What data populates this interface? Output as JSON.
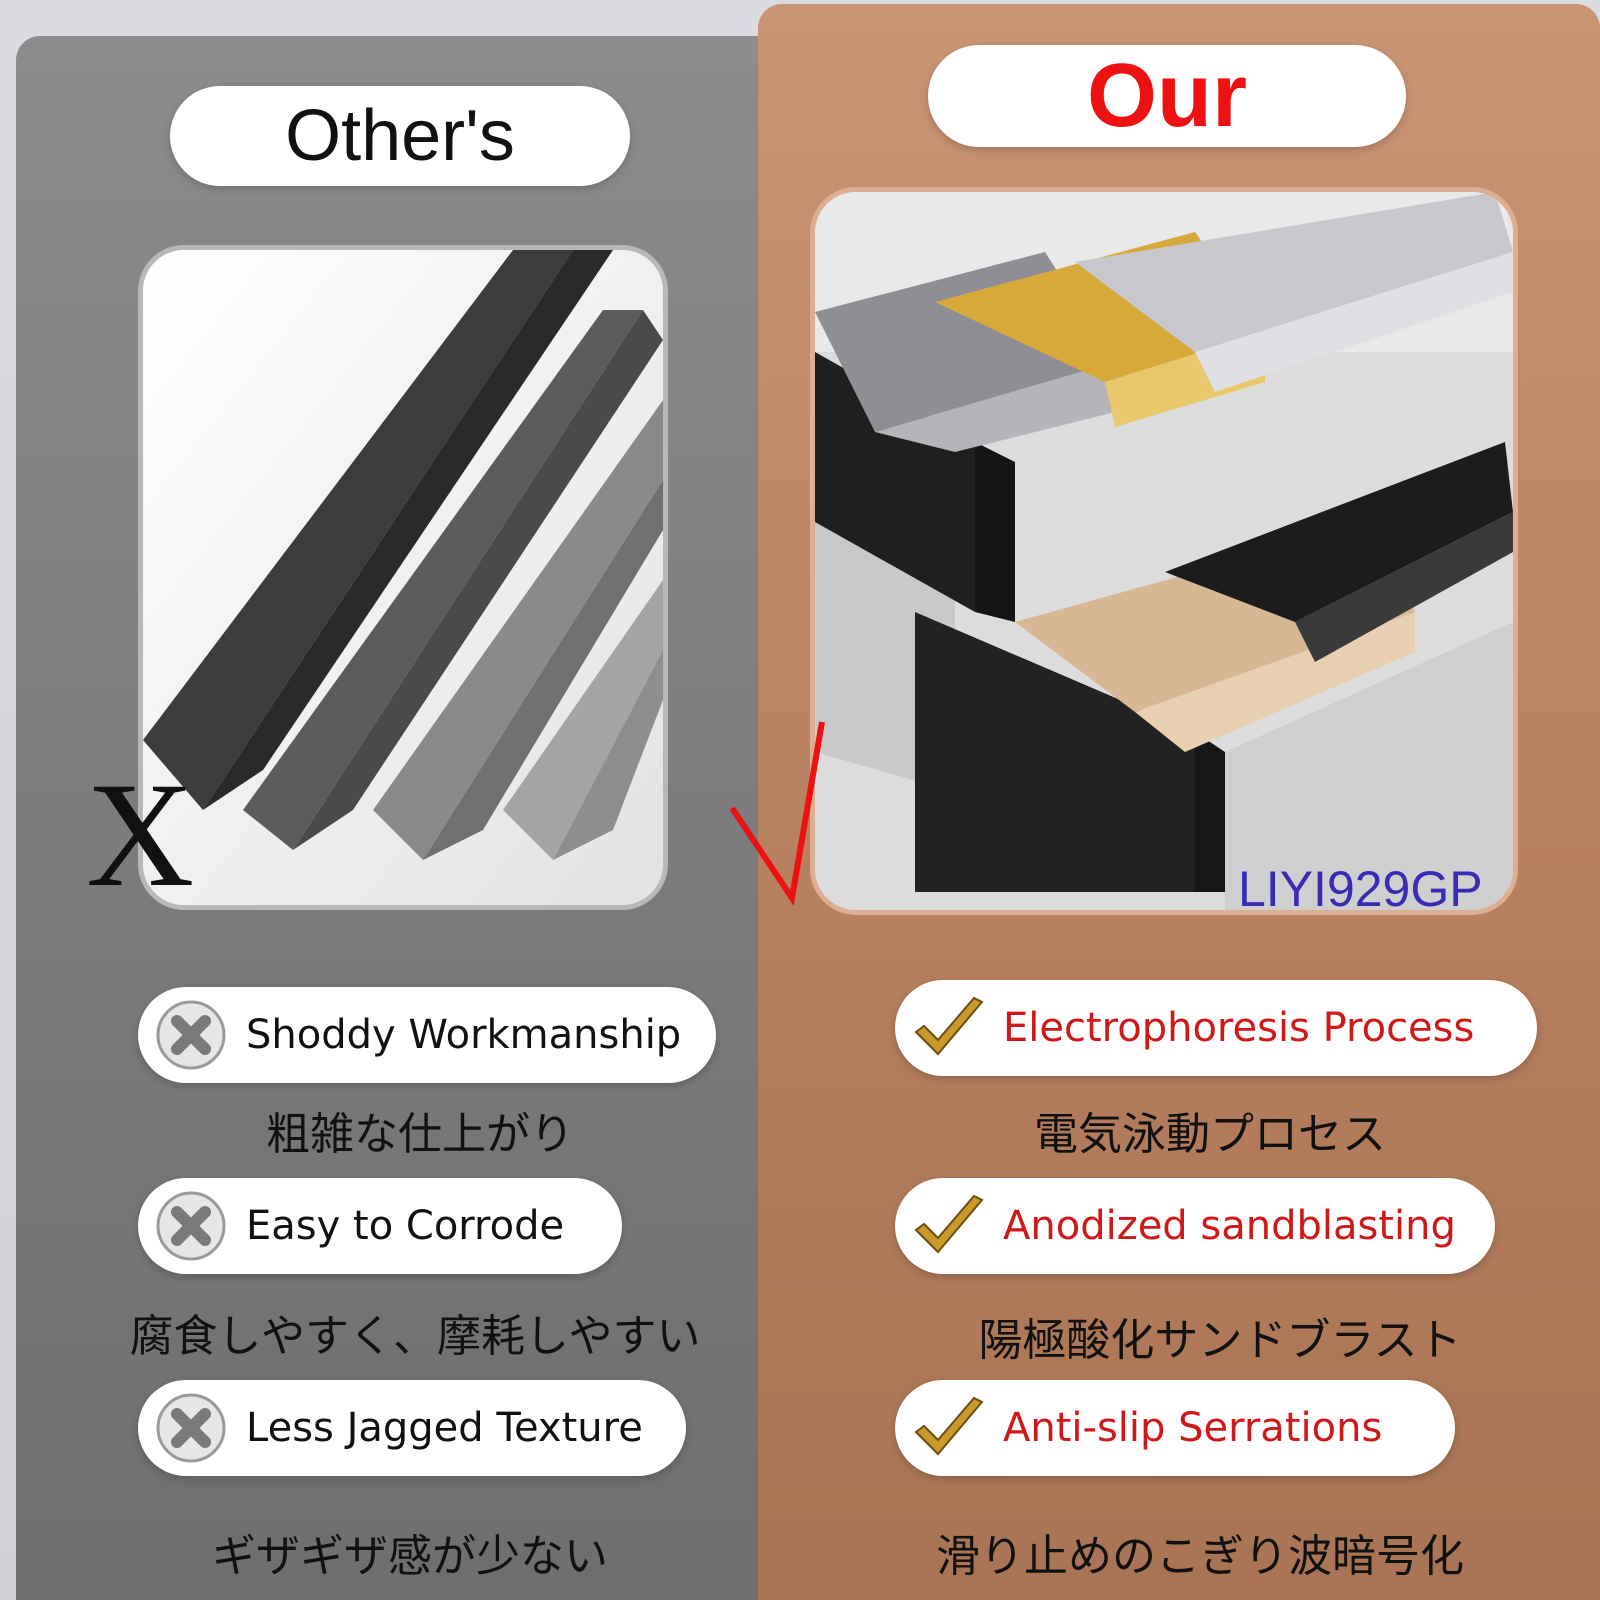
{
  "left": {
    "title": "Other's",
    "mark": "X",
    "features": [
      {
        "en": "Shoddy Workmanship",
        "jp": "粗雑な仕上がり",
        "icon": "x-cross-icon"
      },
      {
        "en": "Easy to Corrode",
        "jp": "腐食しやすく、摩耗しやすい",
        "icon": "x-cross-icon"
      },
      {
        "en": "Less Jagged Texture",
        "jp": "ギザギザ感が少ない",
        "icon": "x-cross-icon"
      }
    ]
  },
  "right": {
    "title": "Our",
    "watermark": "LIYI929GP",
    "features": [
      {
        "en": "Electrophoresis Process",
        "jp": "電気泳動プロセス",
        "icon": "gold-check-icon"
      },
      {
        "en": "Anodized sandblasting",
        "jp": "陽極酸化サンドブラスト",
        "icon": "gold-check-icon"
      },
      {
        "en": "Anti-slip Serrations",
        "jp": "滑り止めのこぎり波暗号化",
        "icon": "gold-check-icon"
      }
    ]
  },
  "colors": {
    "left_panel": "#7c7c7e",
    "right_panel": "#b7805f",
    "our_title": "#ee1111",
    "right_feature_text": "#d11818",
    "watermark": "#3a2bb6",
    "check_mark": "#ee1111"
  }
}
